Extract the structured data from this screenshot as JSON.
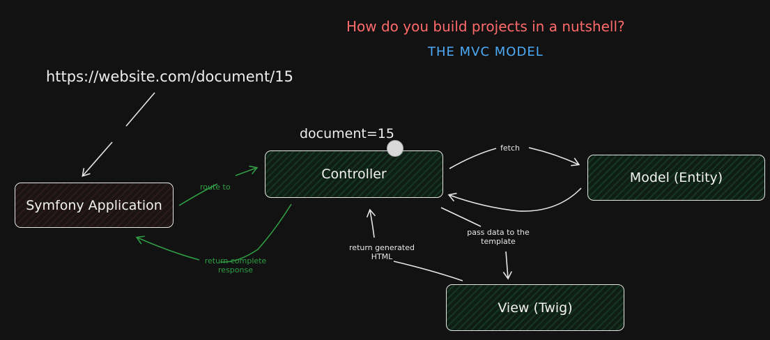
{
  "title": "How do you build projects in a nutshell?",
  "subtitle": "THE MVC MODEL",
  "url": "https://website.com/document/15",
  "param": "document=15",
  "nodes": {
    "symfony": "Symfony Application",
    "controller": "Controller",
    "model": "Model (Entity)",
    "view": "View (Twig)"
  },
  "edges": {
    "route_to": "route to",
    "fetch": "fetch",
    "pass_data_1": "pass data to the",
    "pass_data_2": "template",
    "return_html_1": "return generated",
    "return_html_2": "HTML",
    "return_response_1": "return complete",
    "return_response_2": "response"
  },
  "colors": {
    "title": "#ff6b6b",
    "subtitle": "#4dabf7",
    "white_lines": "#e6e6e6",
    "green_lines": "#2f9e44",
    "background": "#121212"
  }
}
